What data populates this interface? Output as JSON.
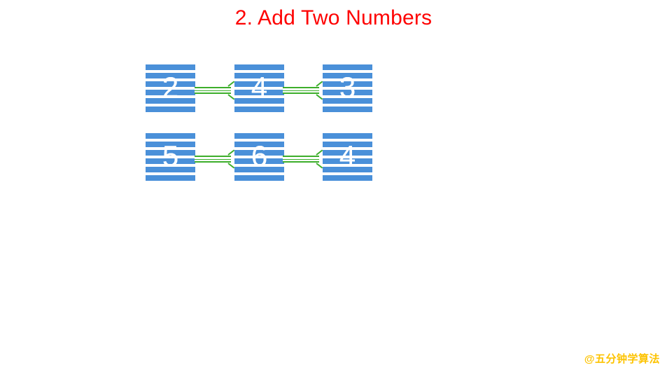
{
  "slide": {
    "title": "2. Add Two Numbers",
    "title_color": "#fe0000",
    "background_color": "#ffffff"
  },
  "theme": {
    "node_blue": "#4a90d9",
    "arrow_green": "#3dae2b",
    "digit_color": "#ffffff",
    "watermark_color": "#fdc300"
  },
  "diagram": {
    "type": "linked-list",
    "rows": [
      {
        "name": "list-1",
        "nodes": [
          {
            "value": "2"
          },
          {
            "value": "4"
          },
          {
            "value": "3"
          }
        ],
        "connectors": [
          {
            "kind": "arrow-right"
          },
          {
            "kind": "arrow-right"
          }
        ]
      },
      {
        "name": "list-2",
        "nodes": [
          {
            "value": "5"
          },
          {
            "value": "6"
          },
          {
            "value": "4"
          }
        ],
        "connectors": [
          {
            "kind": "arrow-right"
          },
          {
            "kind": "arrow-right"
          }
        ]
      }
    ]
  },
  "watermark": {
    "text": "@五分钟学算法"
  }
}
